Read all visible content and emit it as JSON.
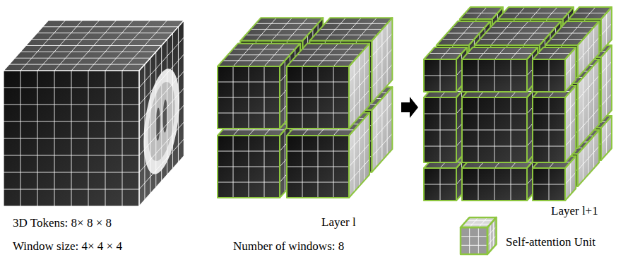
{
  "diagram": {
    "labels": [
      "3D Tokens: 8× 8 × 8",
      "Window size: 4× 4 × 4",
      "Layer l",
      "Number of windows: 8",
      "Layer l+1"
    ],
    "legend": [
      {
        "text": "Self-attention Unit"
      }
    ]
  }
}
